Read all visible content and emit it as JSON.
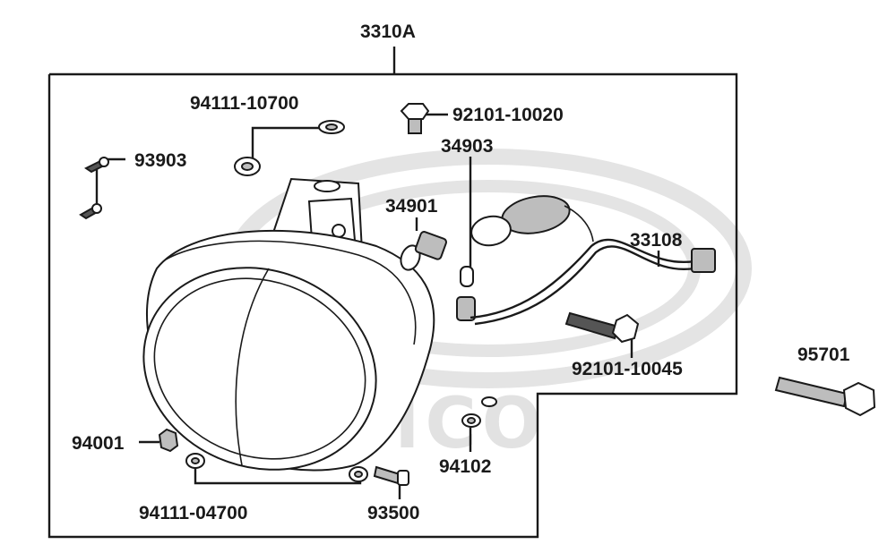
{
  "watermark": "KYMCO",
  "labels": {
    "assembly": "3310A",
    "p94111_10700": "94111-10700",
    "p92101_10020": "92101-10020",
    "p93903": "93903",
    "p34903": "34903",
    "p34901": "34901",
    "p33108": "33108",
    "p92101_10045": "92101-10045",
    "p95701": "95701",
    "p94001": "94001",
    "p94102": "94102",
    "p94111_04700": "94111-04700",
    "p93500": "93500"
  }
}
